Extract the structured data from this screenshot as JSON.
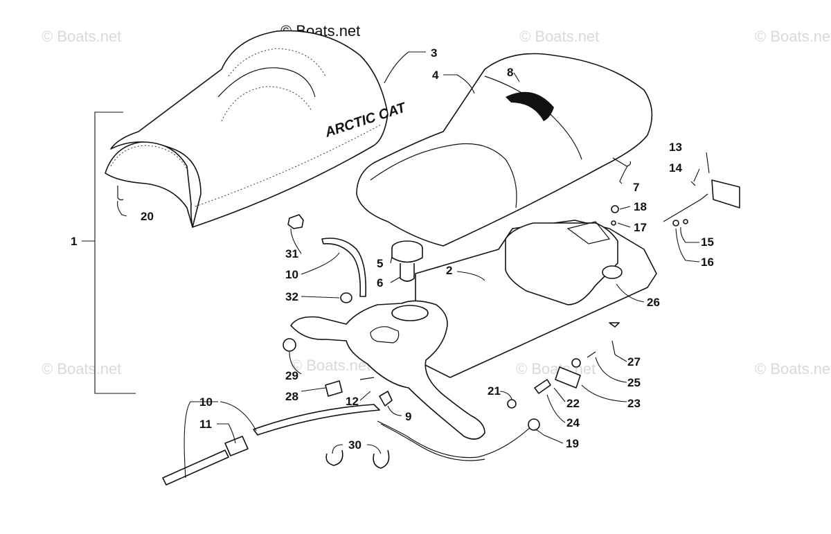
{
  "copyright": "© Boats.net",
  "watermark": "© Boats.net",
  "brand_text": "ARCTIC CAT",
  "callouts": {
    "c1": "1",
    "c2": "2",
    "c3": "3",
    "c4": "4",
    "c5": "5",
    "c6": "6",
    "c7": "7",
    "c8": "8",
    "c9": "9",
    "c10a": "10",
    "c10b": "10",
    "c11": "11",
    "c12": "12",
    "c13": "13",
    "c14": "14",
    "c15": "15",
    "c16": "16",
    "c17": "17",
    "c18": "18",
    "c19": "19",
    "c20": "20",
    "c21": "21",
    "c22": "22",
    "c23": "23",
    "c24": "24",
    "c25": "25",
    "c26": "26",
    "c27": "27",
    "c28": "28",
    "c29": "29",
    "c30": "30",
    "c31": "31",
    "c32": "32"
  }
}
